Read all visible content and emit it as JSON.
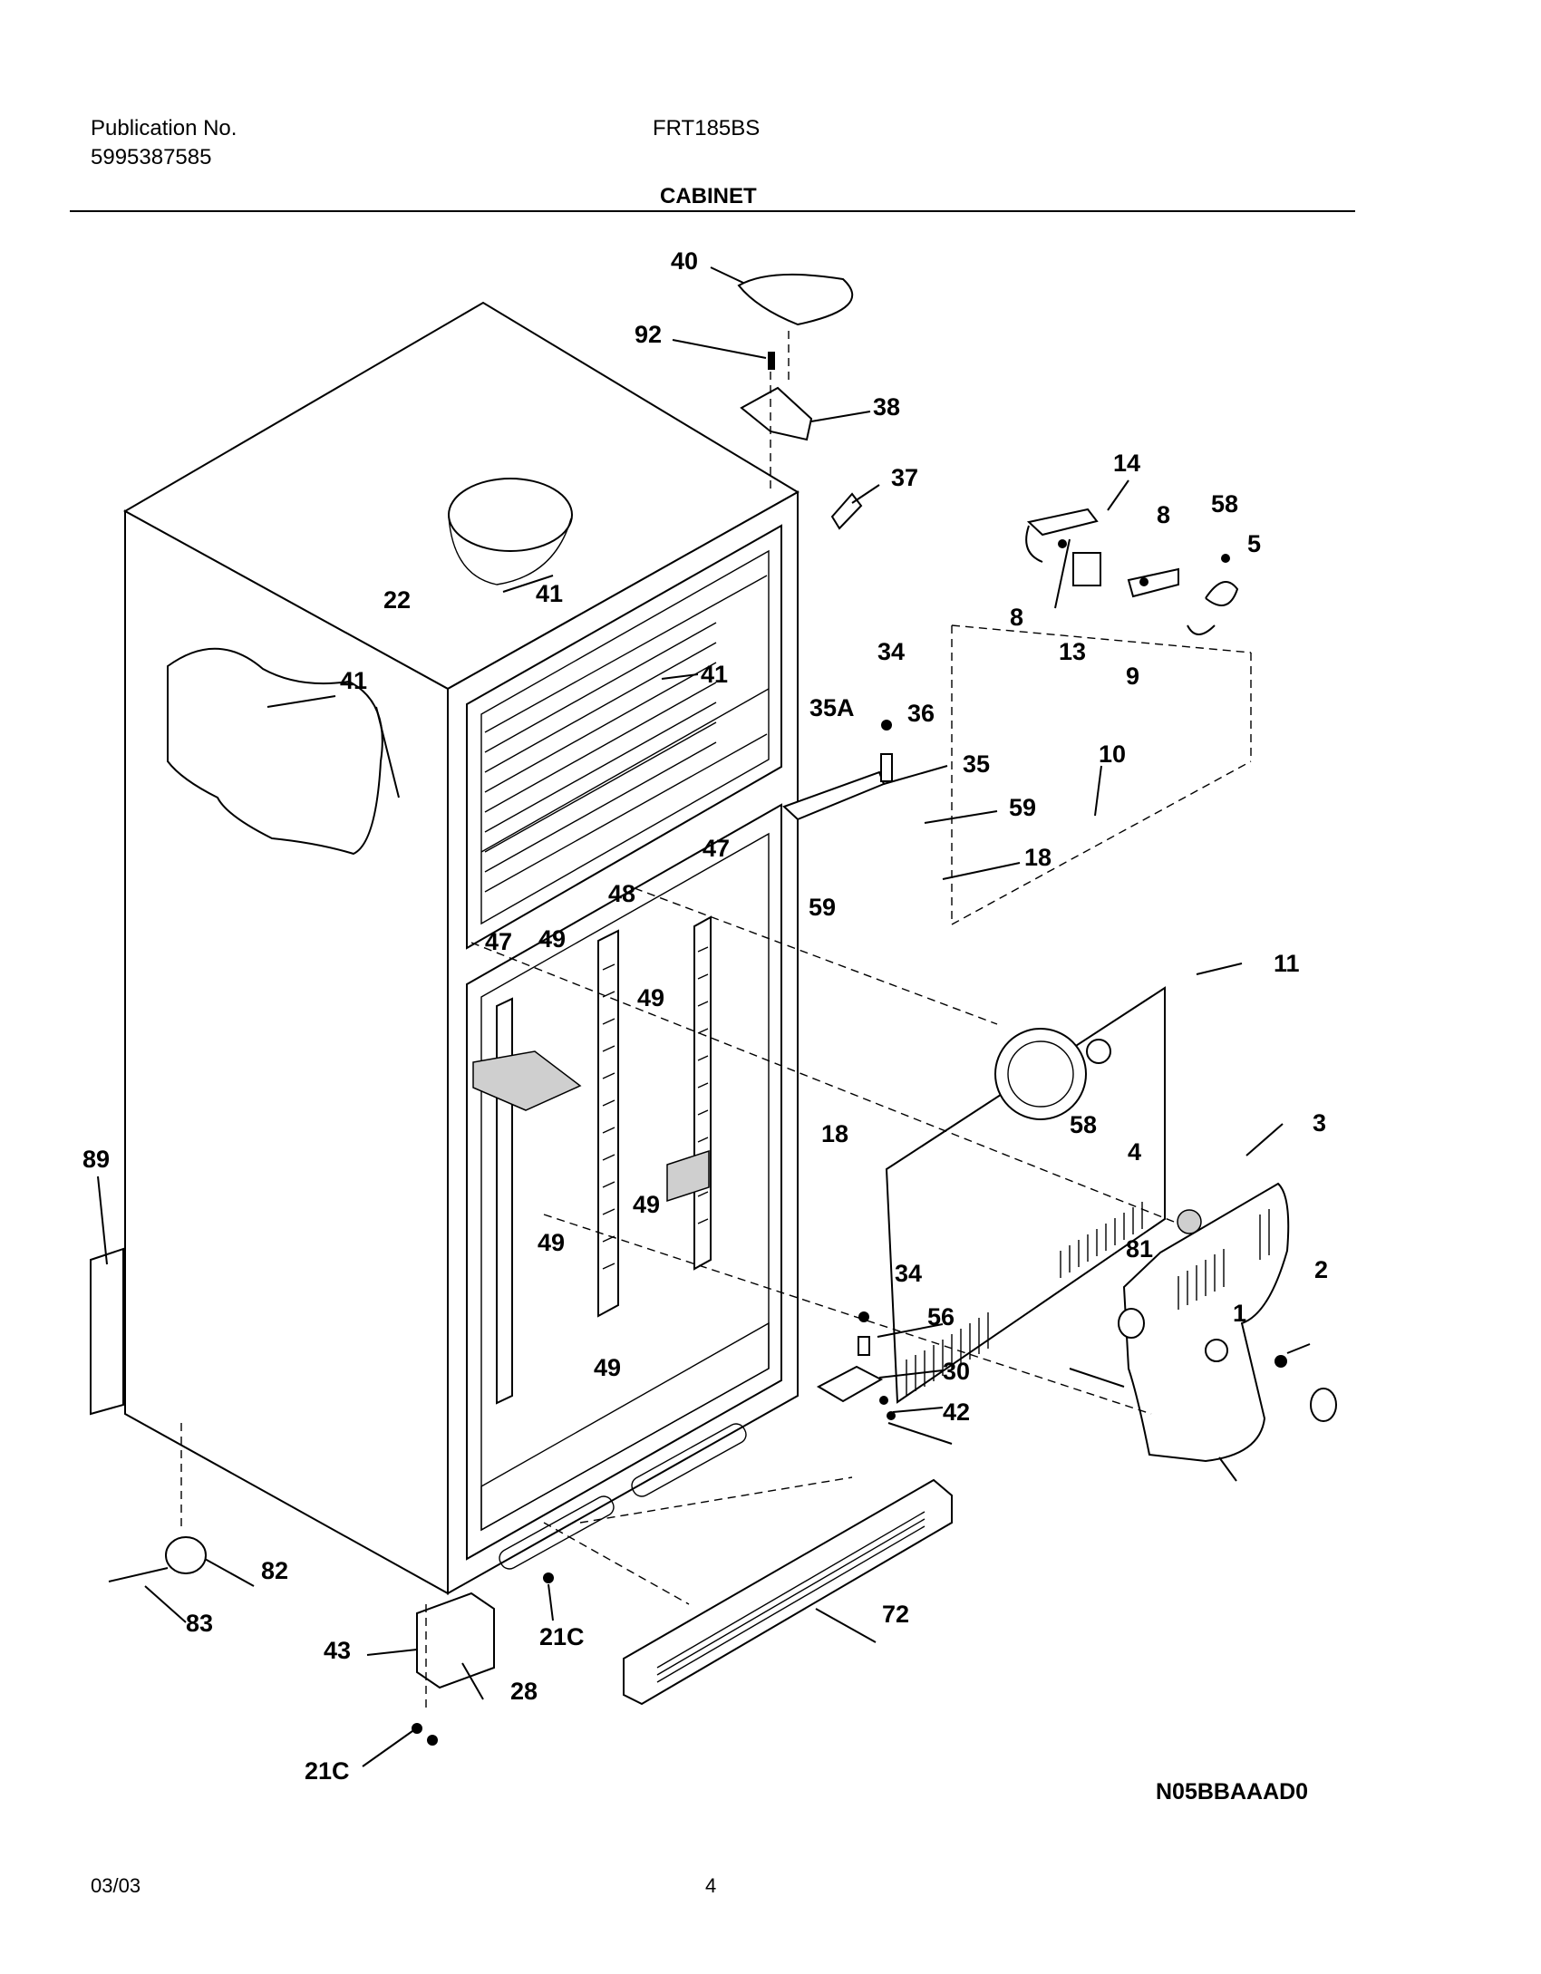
{
  "header": {
    "publication_label": "Publication No.",
    "publication_number": "5995387585",
    "model": "FRT185BS",
    "section": "CABINET"
  },
  "footer": {
    "date": "03/03",
    "page": "4",
    "diagram_code": "N05BBAAAD0"
  },
  "callouts": [
    {
      "id": "c40",
      "text": "40"
    },
    {
      "id": "c92",
      "text": "92"
    },
    {
      "id": "c38",
      "text": "38"
    },
    {
      "id": "c37",
      "text": "37"
    },
    {
      "id": "c14",
      "text": "14"
    },
    {
      "id": "c8a",
      "text": "8"
    },
    {
      "id": "c58a",
      "text": "58"
    },
    {
      "id": "c5",
      "text": "5"
    },
    {
      "id": "c8b",
      "text": "8"
    },
    {
      "id": "c13",
      "text": "13"
    },
    {
      "id": "c9",
      "text": "9"
    },
    {
      "id": "c41a",
      "text": "41"
    },
    {
      "id": "c22",
      "text": "22"
    },
    {
      "id": "c41b",
      "text": "41"
    },
    {
      "id": "c41c",
      "text": "41"
    },
    {
      "id": "c34a",
      "text": "34"
    },
    {
      "id": "c35A",
      "text": "35A"
    },
    {
      "id": "c36",
      "text": "36"
    },
    {
      "id": "c35",
      "text": "35"
    },
    {
      "id": "c59a",
      "text": "59"
    },
    {
      "id": "c10",
      "text": "10"
    },
    {
      "id": "c18a",
      "text": "18"
    },
    {
      "id": "c59b",
      "text": "59"
    },
    {
      "id": "c47a",
      "text": "47"
    },
    {
      "id": "c48",
      "text": "48"
    },
    {
      "id": "c47b",
      "text": "47"
    },
    {
      "id": "c49a",
      "text": "49"
    },
    {
      "id": "c49b",
      "text": "49"
    },
    {
      "id": "c11",
      "text": "11"
    },
    {
      "id": "c18b",
      "text": "18"
    },
    {
      "id": "c58b",
      "text": "58"
    },
    {
      "id": "c4",
      "text": "4"
    },
    {
      "id": "c3",
      "text": "3"
    },
    {
      "id": "c89",
      "text": "89"
    },
    {
      "id": "c49c",
      "text": "49"
    },
    {
      "id": "c49d",
      "text": "49"
    },
    {
      "id": "c81",
      "text": "81"
    },
    {
      "id": "c2",
      "text": "2"
    },
    {
      "id": "c1",
      "text": "1"
    },
    {
      "id": "c34b",
      "text": "34"
    },
    {
      "id": "c56",
      "text": "56"
    },
    {
      "id": "c49e",
      "text": "49"
    },
    {
      "id": "c30",
      "text": "30"
    },
    {
      "id": "c42",
      "text": "42"
    },
    {
      "id": "c82",
      "text": "82"
    },
    {
      "id": "c83",
      "text": "83"
    },
    {
      "id": "c43",
      "text": "43"
    },
    {
      "id": "c21Ca",
      "text": "21C"
    },
    {
      "id": "c72",
      "text": "72"
    },
    {
      "id": "c28",
      "text": "28"
    },
    {
      "id": "c21Cb",
      "text": "21C"
    }
  ]
}
